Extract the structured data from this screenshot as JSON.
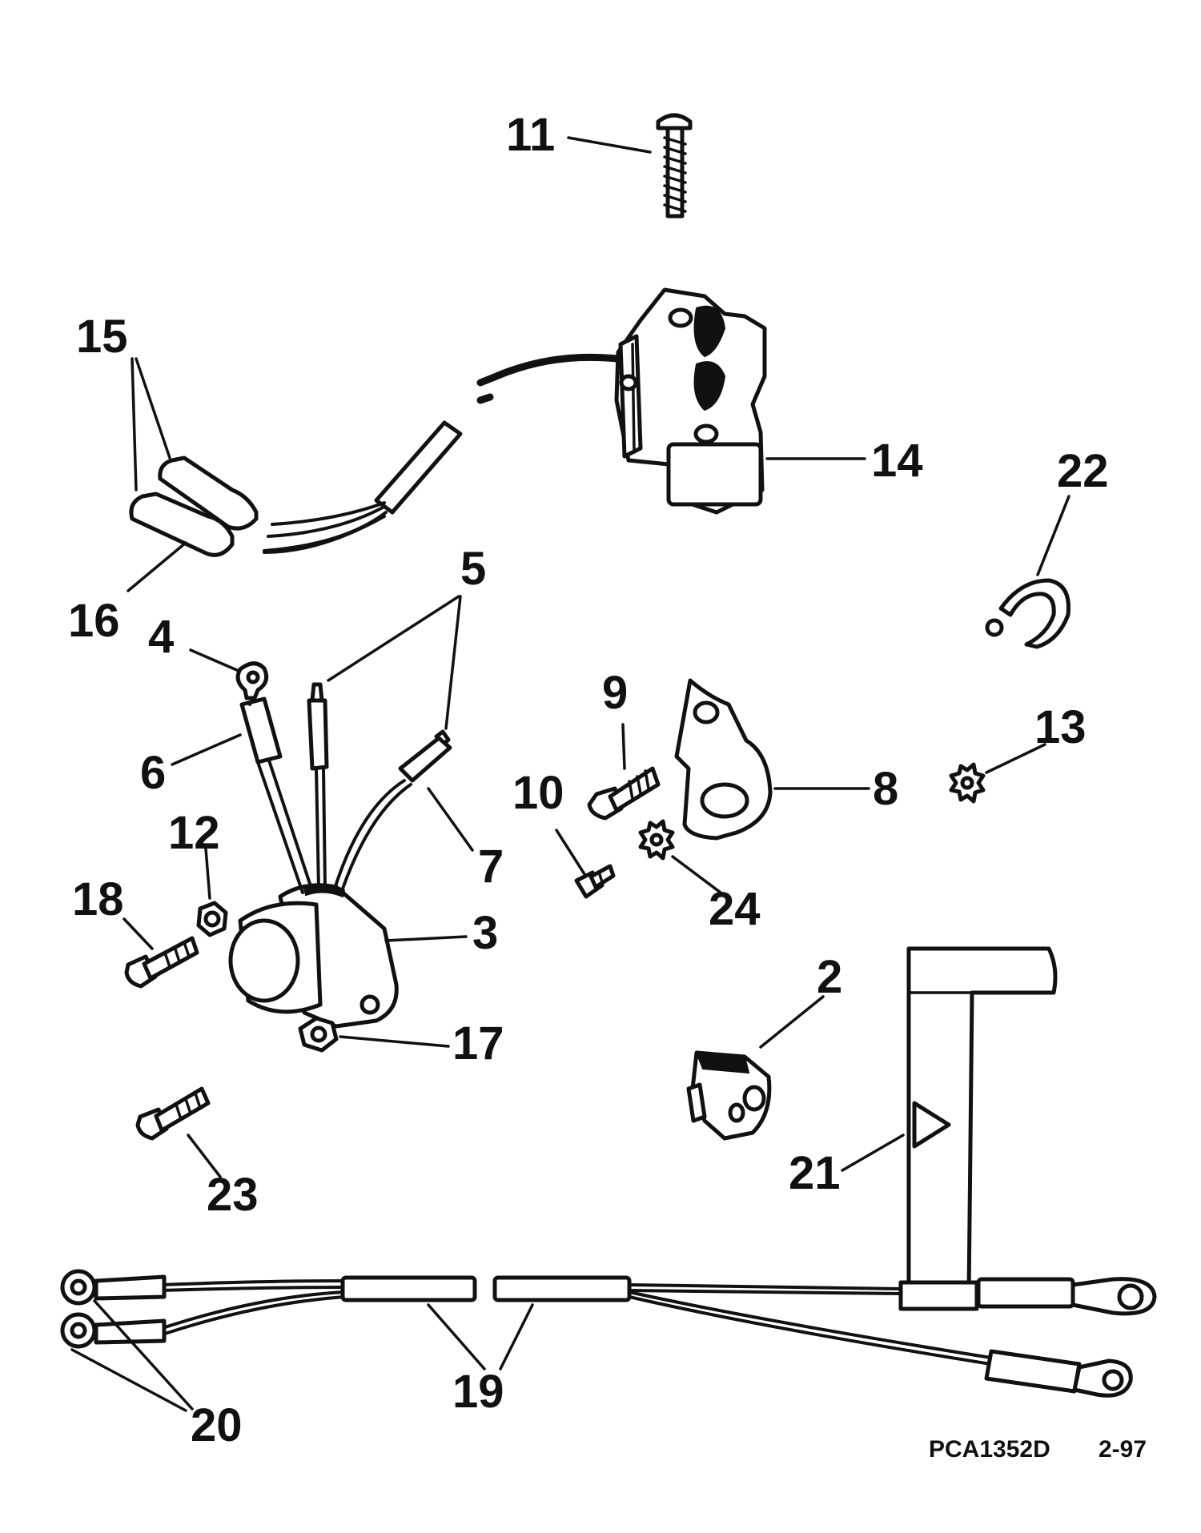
{
  "callouts": {
    "c2": "2",
    "c3": "3",
    "c4": "4",
    "c5": "5",
    "c6": "6",
    "c7": "7",
    "c8": "8",
    "c9": "9",
    "c10": "10",
    "c11": "11",
    "c12": "12",
    "c13": "13",
    "c14": "14",
    "c15": "15",
    "c16": "16",
    "c17": "17",
    "c18": "18",
    "c19": "19",
    "c20": "20",
    "c21": "21",
    "c22": "22",
    "c23": "23",
    "c24": "24"
  },
  "footer": {
    "code": "PCA1352D",
    "date": "2-97"
  }
}
